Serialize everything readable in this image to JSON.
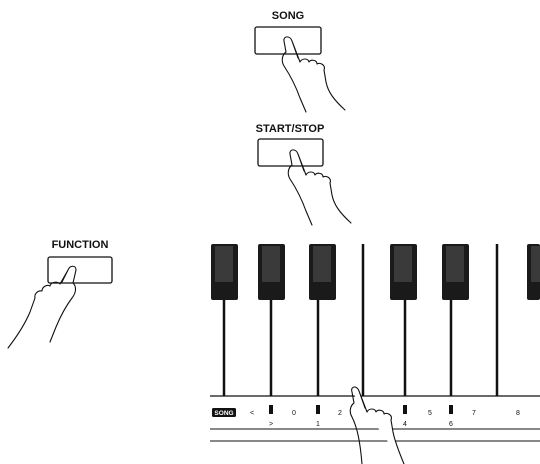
{
  "buttons": {
    "song": "SONG",
    "start_stop": "START/STOP",
    "function": "FUNCTION"
  },
  "keyboard": {
    "song_badge": "SONG",
    "left_arrow": "<",
    "right_arrow": ">",
    "numbers": [
      "0",
      "1",
      "2",
      "4",
      "5",
      "6",
      "7",
      "8"
    ]
  }
}
